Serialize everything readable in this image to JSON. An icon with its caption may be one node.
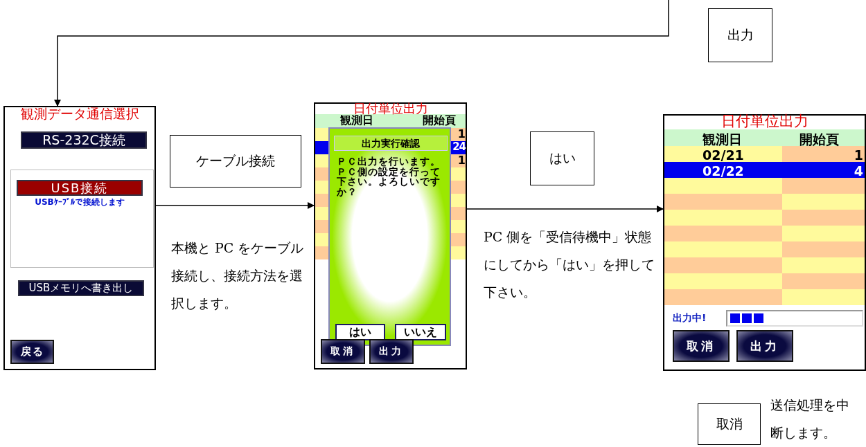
{
  "diagram": {
    "nodes": [
      {
        "text": [
          "観測データ通信選択"
        ]
      },
      {
        "text": [
          "RS-232C接続"
        ],
        "in": 0
      },
      {
        "text": [],
        "shape": "box",
        "in": 0
      },
      {
        "text": [
          "USB接続"
        ],
        "in": 2,
        "beside": [
          "USBｹｰﾌﾞﾙで接続します"
        ]
      },
      {
        "text": [
          "USBメモリへ書き出し"
        ],
        "in": 0
      },
      {
        "text": [
          "戻る"
        ],
        "in": 0
      },
      {
        "text": [
          "ケーブル接続"
        ]
      },
      {
        "text": [
          "日付単位出力",
          "観測日",
          "開始頁",
          "1",
          "24",
          "1"
        ]
      },
      {
        "text": [
          "出力実行確認",
          "ＰＣ出力を行います。ＰＣ側の設定を行って下さい。よろしいですか？"
        ],
        "in": 7
      },
      {
        "text": [
          "はい"
        ],
        "in": 8
      },
      {
        "text": [
          "いいえ"
        ],
        "in": 8
      },
      {
        "text": [
          "取消"
        ],
        "in": 7
      },
      {
        "text": [
          "出力"
        ],
        "in": 7
      },
      {
        "text": [
          "はい"
        ]
      },
      {
        "text": [
          "日付単位出力",
          "観測日",
          "開始頁",
          "02/21",
          "1",
          "02/22",
          "4",
          "出力中!"
        ]
      },
      {
        "text": [],
        "shape": "bar",
        "in": 14
      },
      {
        "text": [
          "取消"
        ],
        "in": 14
      },
      {
        "text": [
          "出力"
        ],
        "in": 14
      },
      {
        "text": [
          "出力"
        ]
      },
      {
        "text": [
          "取消"
        ],
        "beside": [
          "送信処理を中断します。"
        ]
      }
    ],
    "edges": [
      {
        "from": null,
        "to": 0,
        "arrow": "to"
      },
      {
        "from": 0,
        "to": 7,
        "arrow": "to"
      },
      {
        "from": 7,
        "to": 14,
        "arrow": "to"
      }
    ],
    "labels": [
      "本機と PC をケーブル接続し、接続方法を選択します。",
      "PC 側を「受信待機中」状態にしてから「はい」を押して下さい。"
    ]
  }
}
